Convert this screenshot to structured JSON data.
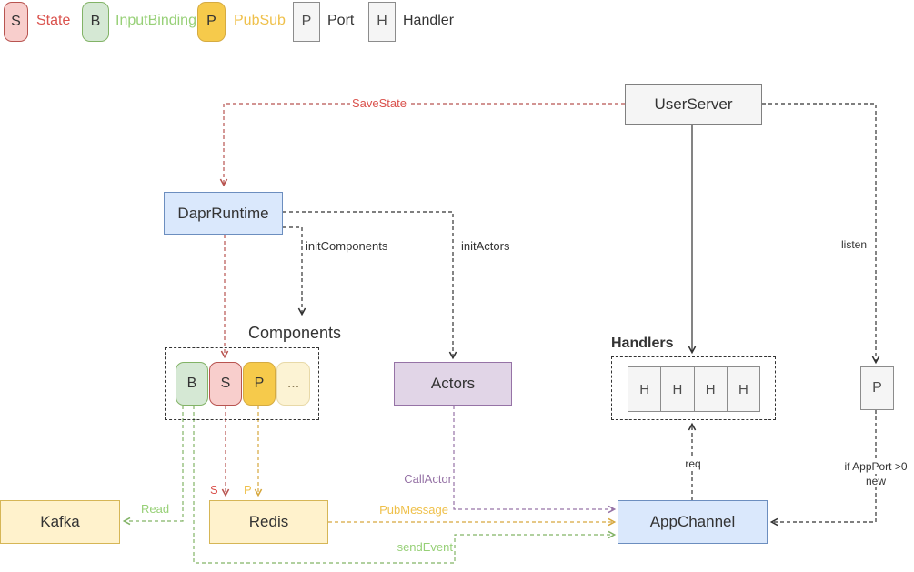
{
  "legend": {
    "items": [
      {
        "letter": "S",
        "label": "State",
        "type": "state"
      },
      {
        "letter": "B",
        "label": "InputBinding",
        "type": "binding"
      },
      {
        "letter": "P",
        "label": "PubSub",
        "type": "pubsub"
      },
      {
        "letter": "P",
        "label": "Port",
        "type": "plain"
      },
      {
        "letter": "H",
        "label": "Handler",
        "type": "plain"
      }
    ]
  },
  "nodes": {
    "user_server": "UserServer",
    "dapr_runtime": "DaprRuntime",
    "components_title": "Components",
    "component_b": "B",
    "component_s": "S",
    "component_p": "P",
    "component_more": "...",
    "actors": "Actors",
    "handlers_title": "Handlers",
    "handler_letter": "H",
    "port_letter": "P",
    "kafka": "Kafka",
    "redis": "Redis",
    "app_channel": "AppChannel"
  },
  "edge_labels": {
    "save_state": "SaveState",
    "init_components": "initComponents",
    "init_actors": "initActors",
    "listen": "listen",
    "req": "req",
    "if_app_port": "if AppPort >0",
    "new": "new",
    "read": "Read",
    "s": "S",
    "p": "P",
    "call_actor": "CallActor",
    "pub_message": "PubMessage",
    "send_event": "sendEvent"
  },
  "colors": {
    "red_line": "#b85450",
    "red_text": "#da524d",
    "green_line": "#82b366",
    "green_text": "#97d077",
    "gold_line": "#d6a73d",
    "gold_text": "#efc04a",
    "purple": "#9673a6",
    "black_line": "#333333",
    "blue_fill": "#dae8fc",
    "blue_border": "#6c8ebf",
    "pink_fill": "#f8cecc",
    "green_fill": "#d5e8d4",
    "gold_fill": "#f6ca4b",
    "cream_fill": "#fff2cc",
    "purple_fill": "#e1d5e7",
    "gray_fill": "#f5f5f5"
  }
}
